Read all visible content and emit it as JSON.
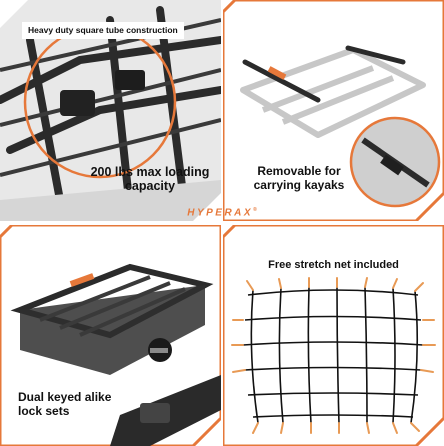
{
  "brand": {
    "name": "HYPERAX",
    "mark": "®",
    "color": "#e6783a"
  },
  "panels": [
    {
      "id": "square-tube",
      "banner": "Heavy duty square tube construction",
      "caption": "200 lbs max loading capacity"
    },
    {
      "id": "removable",
      "caption": "Removable for carrying kayaks"
    },
    {
      "id": "keyed-locks",
      "caption": "Dual keyed alike lock sets"
    },
    {
      "id": "stretch-net",
      "caption": "Free stretch net included"
    }
  ],
  "colors": {
    "accent": "#e6783a",
    "frame": "#e6783a",
    "rack": "#2a2a2a",
    "net": "#111111",
    "hook": "#e89a55"
  }
}
